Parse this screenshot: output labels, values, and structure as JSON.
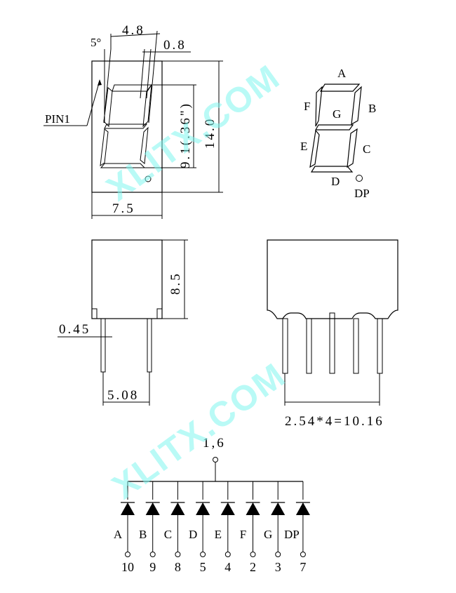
{
  "front_view": {
    "angle": "5°",
    "digit_width": "4.8",
    "segment_width": "0.8",
    "pin1": "PIN1",
    "digit_height": "9.1(.36\")",
    "total_height": "14.0",
    "total_width": "7.5"
  },
  "segment_map": {
    "A": "A",
    "B": "B",
    "C": "C",
    "D": "D",
    "E": "E",
    "F": "F",
    "G": "G",
    "DP": "DP"
  },
  "side_view": {
    "body_height": "8.5",
    "pin_diameter": "0.45",
    "row_spacing": "5.08"
  },
  "back_view": {
    "pitch": "2.54*4=10.16"
  },
  "circuit": {
    "common": "1,6",
    "segments": [
      "A",
      "B",
      "C",
      "D",
      "E",
      "F",
      "G",
      "DP"
    ],
    "pins": [
      "10",
      "9",
      "8",
      "5",
      "4",
      "2",
      "3",
      "7"
    ]
  },
  "watermark": [
    "XLITX.COM",
    "XLITX.COM"
  ]
}
